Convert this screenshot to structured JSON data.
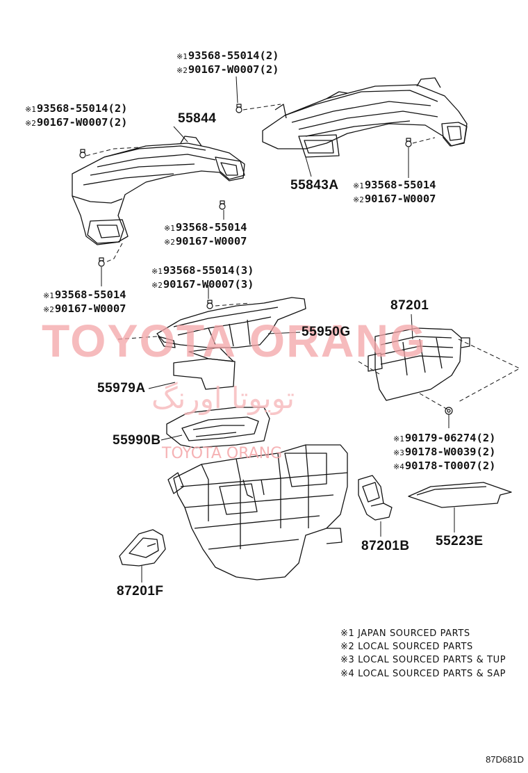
{
  "watermark": {
    "main": "TOYOTA ORANG",
    "arabic": "تویوتا اورنگ",
    "sub": "TOYOTA ORANG"
  },
  "parts": {
    "p55844": "55844",
    "p55843A": "55843A",
    "p55950G": "55950G",
    "p87201": "87201",
    "p55979A": "55979A",
    "p55990B": "55990B",
    "p87201B": "87201B",
    "p55223E": "55223E",
    "p87201F": "87201F"
  },
  "refs": {
    "mark1": "※1",
    "mark2": "※2",
    "mark3": "※3",
    "mark4": "※4",
    "top_a": "93568-55014(2)",
    "top_b": "90167-W0007(2)",
    "left_a": "93568-55014(2)",
    "left_b": "90167-W0007(2)",
    "right_a": "93568-55014",
    "right_b": "90167-W0007",
    "mid_a": "93568-55014",
    "mid_b": "90167-W0007",
    "low_a": "93568-55014",
    "low_b": "90167-W0007",
    "center_a": "93568-55014(3)",
    "center_b": "90167-W0007(3)",
    "nut_a": "90179-06274(2)",
    "nut_b": "90178-W0039(2)",
    "nut_c": "90178-T0007(2)"
  },
  "notes": [
    "※1 JAPAN SOURCED PARTS",
    "※2 LOCAL SOURCED PARTS",
    "※3 LOCAL SOURCED PARTS & TUP",
    "※4 LOCAL SOURCED PARTS & SAP"
  ],
  "diagram_code": "87D681D"
}
